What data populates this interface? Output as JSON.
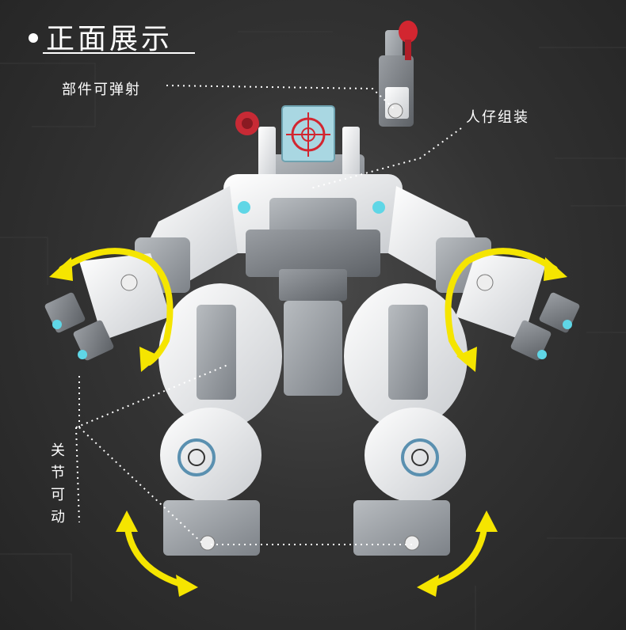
{
  "page": {
    "title": "正面展示"
  },
  "callouts": {
    "eject": "部件可弹射",
    "minifig": "人仔组装",
    "joints": "关节可动"
  },
  "colors": {
    "background": "#2e2e2e",
    "arrow": "#f5e500",
    "body_white": "#e6e8ea",
    "body_gray": "#9a9ea3",
    "accent_red": "#d22630",
    "accent_cyan": "#5fd6e6"
  }
}
